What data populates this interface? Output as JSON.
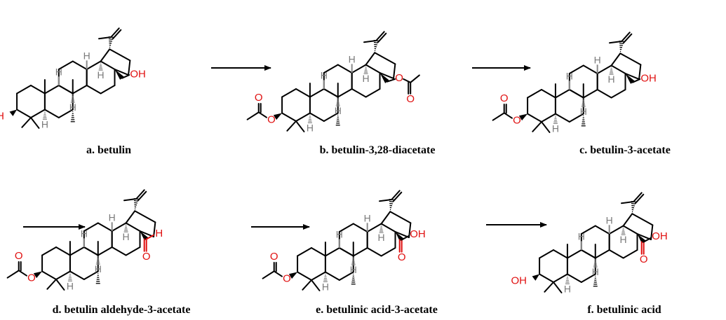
{
  "labels": {
    "oh": "OH",
    "h": "H",
    "o": "O"
  },
  "colors": {
    "bond": "#000000",
    "oxygen": "#e01010",
    "stereo_hydrogen": "#7a7a7a"
  },
  "compounds": [
    {
      "caption": "a. betulin",
      "c3": "hydroxyl",
      "c28": "hydroxymethyl"
    },
    {
      "caption": "b. betulin-3,28-diacetate",
      "c3": "acetoxy",
      "c28": "acetoxymethyl"
    },
    {
      "caption": "c. betulin-3-acetate",
      "c3": "acetoxy",
      "c28": "hydroxymethyl"
    },
    {
      "caption": "d. betulin aldehyde-3-acetate",
      "c3": "acetoxy",
      "c28": "aldehyde"
    },
    {
      "caption": "e. betulinic acid-3-acetate",
      "c3": "acetoxy",
      "c28": "carboxylic-acid"
    },
    {
      "caption": "f. betulinic acid",
      "c3": "hydroxyl",
      "c28": "carboxylic-acid"
    }
  ],
  "arrows": [
    {
      "from": "a",
      "to": "b"
    },
    {
      "from": "b",
      "to": "c"
    },
    {
      "from": "c",
      "to": "d"
    },
    {
      "from": "d",
      "to": "e"
    },
    {
      "from": "e",
      "to": "f"
    }
  ]
}
